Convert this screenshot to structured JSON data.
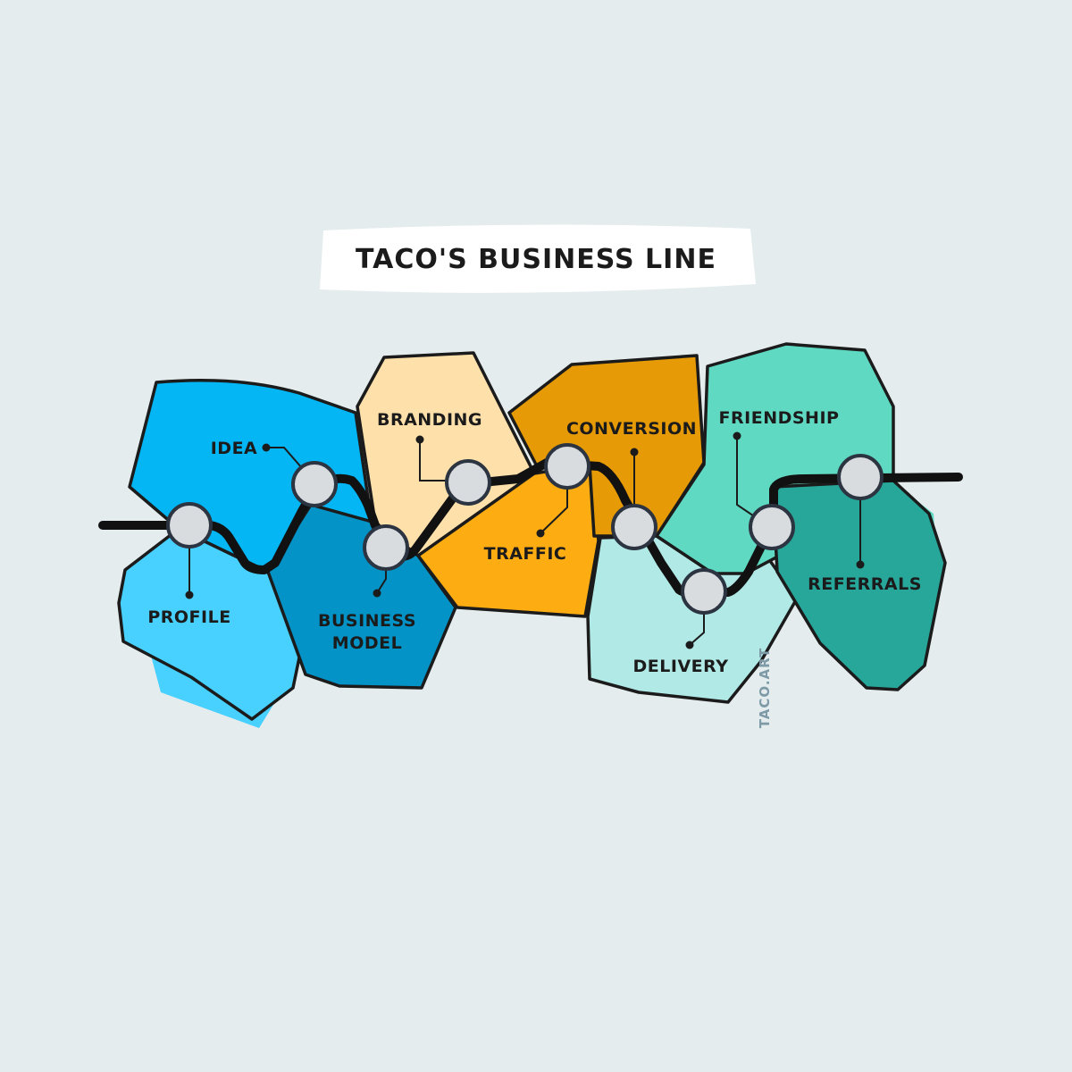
{
  "title": "TACO'S BUSINESS LINE",
  "signature": "TACO.ART",
  "stations": {
    "profile": "PROFILE",
    "idea": "IDEA",
    "business_model_line1": "BUSINESS",
    "business_model_line2": "MODEL",
    "branding": "BRANDING",
    "traffic": "TRAFFIC",
    "conversion": "CONVERSION",
    "delivery": "DELIVERY",
    "friendship": "FRIENDSHIP",
    "referrals": "REFERRALS"
  },
  "colors": {
    "background": "#e4ecee",
    "profile": "#48d0fe",
    "idea": "#04b6f4",
    "business_model": "#0493c7",
    "branding": "#fde0aa",
    "traffic": "#fdac12",
    "conversion": "#e69a05",
    "delivery": "#b0e9e6",
    "friendship": "#5fd9c2",
    "referrals": "#27a69a",
    "station": "#d9dcdf",
    "track": "#111111"
  }
}
